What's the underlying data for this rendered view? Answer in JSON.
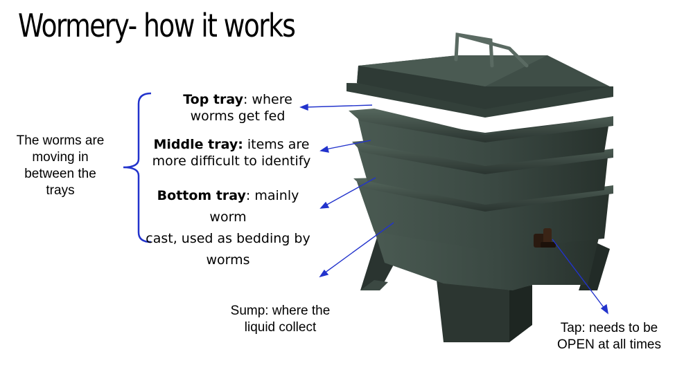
{
  "title": "Wormery- how it works",
  "side_note": {
    "line1": "The worms are",
    "line2": "moving in",
    "line3": "between the",
    "line4": "trays"
  },
  "top_tray": {
    "bold": "Top tray",
    "rest1": ": where",
    "line2": "worms get fed"
  },
  "middle_tray": {
    "bold": "Middle tray:",
    "rest1": " items are",
    "line2": "more difficult to identify"
  },
  "bottom_tray": {
    "bold": "Bottom tray",
    "rest1": ": mainly worm",
    "line2": "cast, used as bedding by",
    "line3": "worms"
  },
  "sump": {
    "line1": "Sump: where the",
    "line2": "liquid collect"
  },
  "tap": {
    "line1": "Tap: needs to be",
    "line2": "OPEN at all times"
  },
  "colors": {
    "bin": "#2f3b35",
    "bin_dark": "#1f2824",
    "bin_light": "#4a5a52",
    "arrow": "#2233cc",
    "brace": "#2233cc"
  }
}
